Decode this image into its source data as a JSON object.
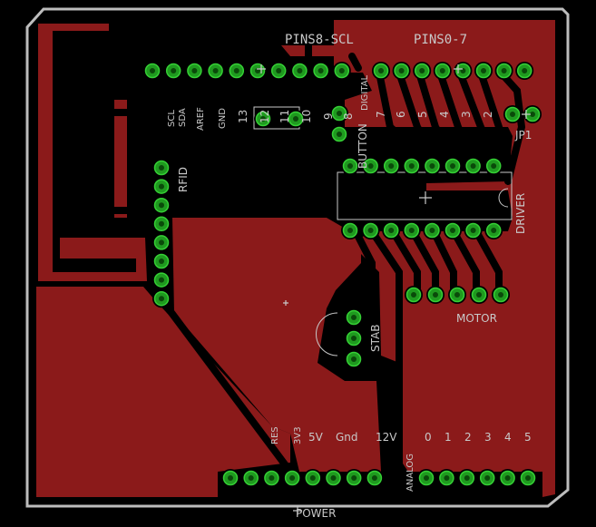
{
  "colors": {
    "background": "#000000",
    "copper": "#8b1a1a",
    "pad_green": "#1f9a1f",
    "pad_ring": "#35d035",
    "silkscreen": "#c8c8c8",
    "outline": "#bdbdbd"
  },
  "labels": {
    "pins8_scl": "PINS8-SCL",
    "pins0_7": "PINS0-7",
    "digital": "DIGITAL",
    "scl": "SCL",
    "sda": "SDA",
    "aref": "AREF",
    "gnd": "GND",
    "n13": "13",
    "n12": "12",
    "n11": "11",
    "n10": "10",
    "n9": "9",
    "n8": "8",
    "n7": "7",
    "n6": "6",
    "n5": "5",
    "n4": "4",
    "n3": "3",
    "n2": "2",
    "button": "BUTTON",
    "jp1": "JP1",
    "rfid": "RFID",
    "driver": "DRIVER",
    "motor": "MOTOR",
    "stab": "STAB",
    "res": "RES",
    "v33": "3V3",
    "v5": "5V",
    "gnd_power": "Gnd",
    "v12": "12V",
    "analog": "ANALOG",
    "a0": "0",
    "a1": "1",
    "a2": "2",
    "a3": "3",
    "a4": "4",
    "a5": "5",
    "power": "POWER"
  }
}
